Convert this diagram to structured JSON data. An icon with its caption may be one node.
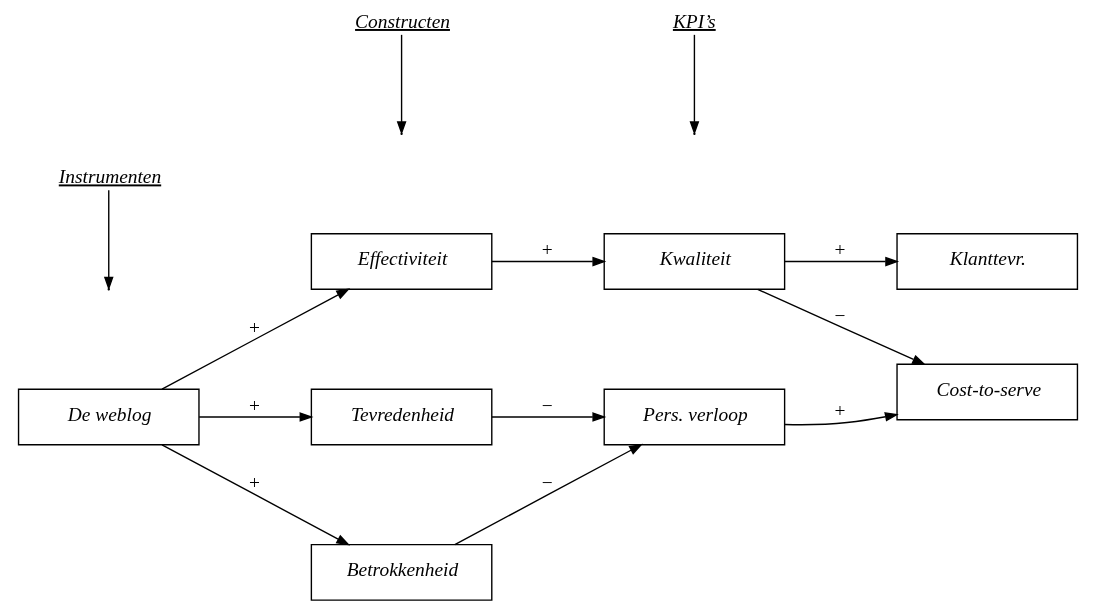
{
  "diagram": {
    "nodes": [
      {
        "text": [
          "Instrumenten"
        ]
      },
      {
        "text": [
          "Constructen"
        ]
      },
      {
        "text": [
          "KPI’s"
        ]
      },
      {
        "text": [
          "De weblog"
        ]
      },
      {
        "text": [
          "Effectiviteit"
        ]
      },
      {
        "text": [
          "Tevredenheid"
        ]
      },
      {
        "text": [
          "Betrokkenheid"
        ]
      },
      {
        "text": [
          "Kwaliteit"
        ]
      },
      {
        "text": [
          "Pers. verloop"
        ]
      },
      {
        "text": [
          "Klanttevr."
        ]
      },
      {
        "text": [
          "Cost-to-serve"
        ]
      }
    ],
    "edges": [
      {
        "from": 0,
        "to": null,
        "arrow": "to"
      },
      {
        "from": 1,
        "to": null,
        "arrow": "to"
      },
      {
        "from": 2,
        "to": null,
        "arrow": "to"
      },
      {
        "from": 3,
        "to": 4,
        "arrow": "to",
        "label": "+"
      },
      {
        "from": 3,
        "to": 5,
        "arrow": "to",
        "label": "+"
      },
      {
        "from": 3,
        "to": 6,
        "arrow": "to",
        "label": "+"
      },
      {
        "from": 4,
        "to": 7,
        "arrow": "to",
        "label": "+"
      },
      {
        "from": 5,
        "to": 8,
        "arrow": "to",
        "label": "−"
      },
      {
        "from": 6,
        "to": 8,
        "arrow": "to",
        "label": "−"
      },
      {
        "from": 7,
        "to": 9,
        "arrow": "to",
        "label": "+"
      },
      {
        "from": 7,
        "to": 10,
        "arrow": "to",
        "label": "−"
      },
      {
        "from": 8,
        "to": 10,
        "arrow": "to",
        "label": "+"
      }
    ]
  }
}
